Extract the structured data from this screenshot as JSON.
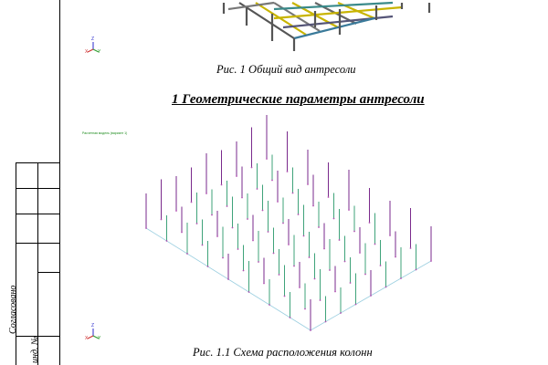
{
  "figure1": {
    "caption": "Рис. 1 Общий вид антресоли"
  },
  "section": {
    "heading": "1 Геометрические параметры антресоли"
  },
  "figure2": {
    "caption": "Рис. 1.1 Схема расположения колонн",
    "note": "Расчетная модель (вариант 1)"
  },
  "sidebar": {
    "label_agreed": "Согласовано",
    "label_inv": "инд. №"
  },
  "axis_labels": {
    "x": "X",
    "y": "Y",
    "z": "Z"
  },
  "colors": {
    "column_long": "#7a2a8c",
    "column_short": "#3fa37a",
    "grid": "#9ccfe0",
    "beam_yellow": "#c8b400"
  }
}
